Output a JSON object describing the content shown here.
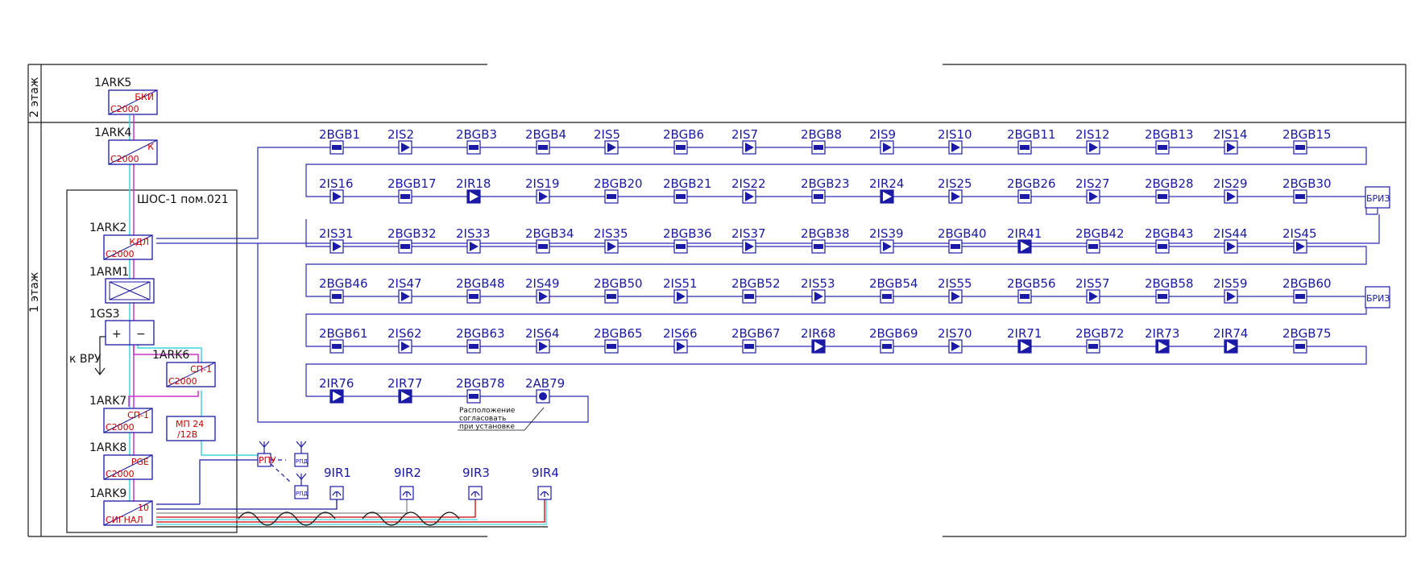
{
  "floors": [
    {
      "label": "2 этаж"
    },
    {
      "label": "1 этаж"
    }
  ],
  "cabinet": {
    "label": "ШОС-1 пом.021"
  },
  "cabinet_devices": [
    {
      "id": "1ARK5",
      "top": "БКИ",
      "bottom": "С2000"
    },
    {
      "id": "1ARK4",
      "top": "К",
      "bottom": "С2000"
    },
    {
      "id": "1ARK2",
      "top": "КДЛ",
      "bottom": "С2000"
    },
    {
      "id": "1ARK6",
      "top": "СП-1",
      "bottom": "С2000"
    },
    {
      "id": "1ARK7",
      "top": "СП-1",
      "bottom": "С2000"
    },
    {
      "id": "1ARK8",
      "top": "PGE",
      "bottom": "С2000"
    },
    {
      "id": "1ARK9",
      "top": "10",
      "bottom": "СИГНАЛ"
    }
  ],
  "arm": {
    "id": "1ARM1"
  },
  "power": {
    "id": "1GS3",
    "plus": "+",
    "minus": "−",
    "note": "к ВРУ"
  },
  "mp_block": {
    "line1": "МП 24",
    "line2": "/12В"
  },
  "rpu": {
    "label": "РПУ"
  },
  "rpd": [
    {
      "label": "РПД"
    },
    {
      "label": "РПД"
    }
  ],
  "loop_rows": [
    [
      "2BGB1",
      "2IS2",
      "2BGB3",
      "2BGB4",
      "2IS5",
      "2BGB6",
      "2IS7",
      "2BGB8",
      "2IS9",
      "2IS10",
      "2BGB11",
      "2IS12",
      "2BGB13",
      "2IS14",
      "2BGB15"
    ],
    [
      "2IS16",
      "2BGB17",
      "2IR18",
      "2IS19",
      "2BGB20",
      "2BGB21",
      "2IS22",
      "2BGB23",
      "2IR24",
      "2IS25",
      "2BGB26",
      "2IS27",
      "2BGB28",
      "2IS29",
      "2BGB30"
    ],
    [
      "2IS31",
      "2BGB32",
      "2IS33",
      "2BGB34",
      "2IS35",
      "2BGB36",
      "2IS37",
      "2BGB38",
      "2IS39",
      "2BGB40",
      "2IR41",
      "2BGB42",
      "2BGB43",
      "2IS44",
      "2IS45"
    ],
    [
      "2BGB46",
      "2IS47",
      "2BGB48",
      "2IS49",
      "2BGB50",
      "2IS51",
      "2BGB52",
      "2IS53",
      "2BGB54",
      "2IS55",
      "2BGB56",
      "2IS57",
      "2BGB58",
      "2IS59",
      "2BGB60"
    ],
    [
      "2BGB61",
      "2IS62",
      "2BGB63",
      "2IS64",
      "2BGB65",
      "2IS66",
      "2BGB67",
      "2IR68",
      "2BGB69",
      "2IS70",
      "2IR71",
      "2BGB72",
      "2IR73",
      "2IR74",
      "2BGB75"
    ],
    [
      "2IR76",
      "2IR77",
      "2BGB78",
      "2AB79"
    ]
  ],
  "briz": [
    {
      "label": "БРИЗ"
    },
    {
      "label": "БРИЗ"
    }
  ],
  "placement_note": [
    "Расположение",
    "согласовать",
    "при установке"
  ],
  "sirens": [
    "9IR1",
    "9IR2",
    "9IR3",
    "9IR4"
  ],
  "colors": {
    "frame": "#1a1a1a",
    "blue": "#1a1aa6",
    "loop_line": "#2a2ab8",
    "red": "#cc0000",
    "cyan": "#3fd6e0",
    "magenta": "#cc33cc"
  }
}
